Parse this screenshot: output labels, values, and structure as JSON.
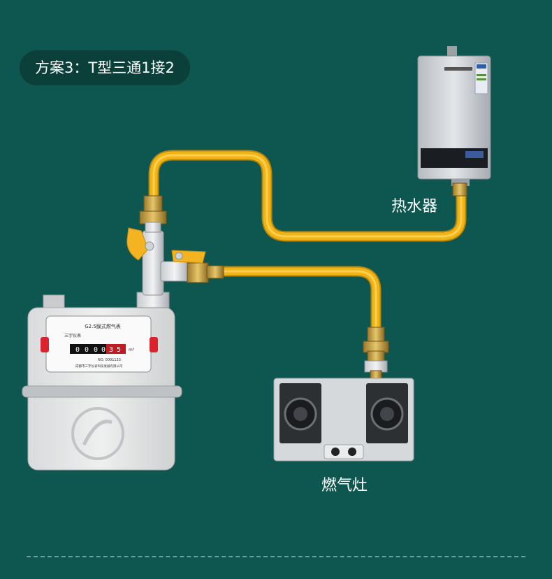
{
  "title": "方案3：T型三通1接2",
  "labels": {
    "heater": "热水器",
    "stove": "燃气灶"
  },
  "meter": {
    "face_title": "G2.5膜式燃气表",
    "brand": "三宇仪表",
    "reading": [
      "0",
      "0",
      "0",
      "0",
      "3",
      "5"
    ],
    "unit": "m³",
    "serial": "NO. 0001133",
    "maker": "成都市三宇仪表科技发展有限公司"
  },
  "icons": {
    "meter": "gas-meter-icon",
    "valve": "t-valve-icon",
    "heater": "water-heater-icon",
    "stove": "gas-stove-icon"
  },
  "colors": {
    "background": "#0e5650",
    "pill": "#0a3f3a",
    "hose": "#f0b419",
    "handle": "#f4b320"
  }
}
